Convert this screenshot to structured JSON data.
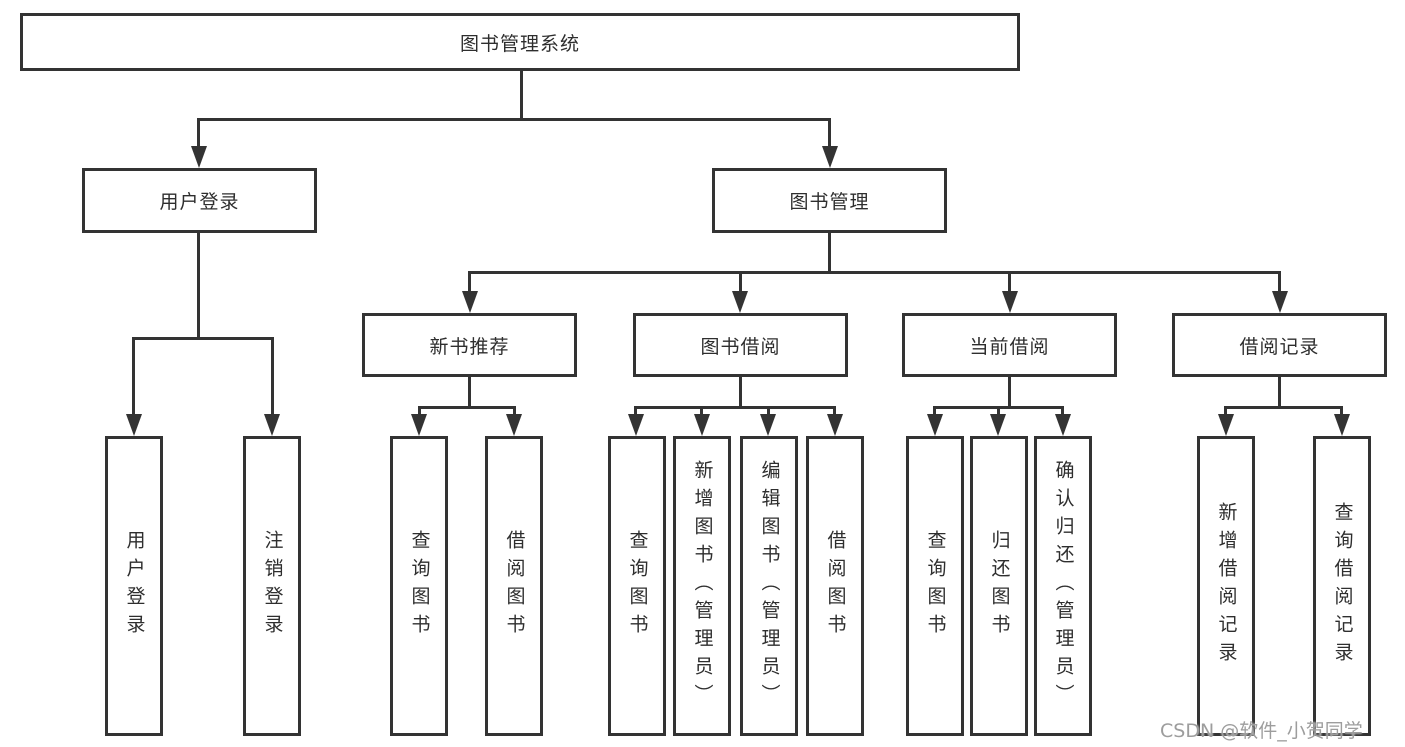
{
  "diagram": {
    "title": "图书管理系统",
    "colors": {
      "line": "#333333",
      "text": "#2e2e2e",
      "watermark": "#9d9d9d",
      "background": "#ffffff"
    },
    "root": {
      "label": "图书管理系统"
    },
    "user_login": {
      "label": "用户登录",
      "children": [
        {
          "label": "用户登录"
        },
        {
          "label": "注销登录"
        }
      ]
    },
    "book_management": {
      "label": "图书管理",
      "children": [
        {
          "label": "新书推荐",
          "children": [
            {
              "label": "查询图书"
            },
            {
              "label": "借阅图书"
            }
          ]
        },
        {
          "label": "图书借阅",
          "children": [
            {
              "label": "查询图书"
            },
            {
              "label": "新增图书（管理员）"
            },
            {
              "label": "编辑图书（管理员）"
            },
            {
              "label": "借阅图书"
            }
          ]
        },
        {
          "label": "当前借阅",
          "children": [
            {
              "label": "查询图书"
            },
            {
              "label": "归还图书"
            },
            {
              "label": "确认归还（管理员）"
            }
          ]
        },
        {
          "label": "借阅记录",
          "children": [
            {
              "label": "新增借阅记录"
            },
            {
              "label": "查询借阅记录"
            }
          ]
        }
      ]
    },
    "watermark": {
      "text": "CSDN @软件_小贺同学"
    }
  }
}
